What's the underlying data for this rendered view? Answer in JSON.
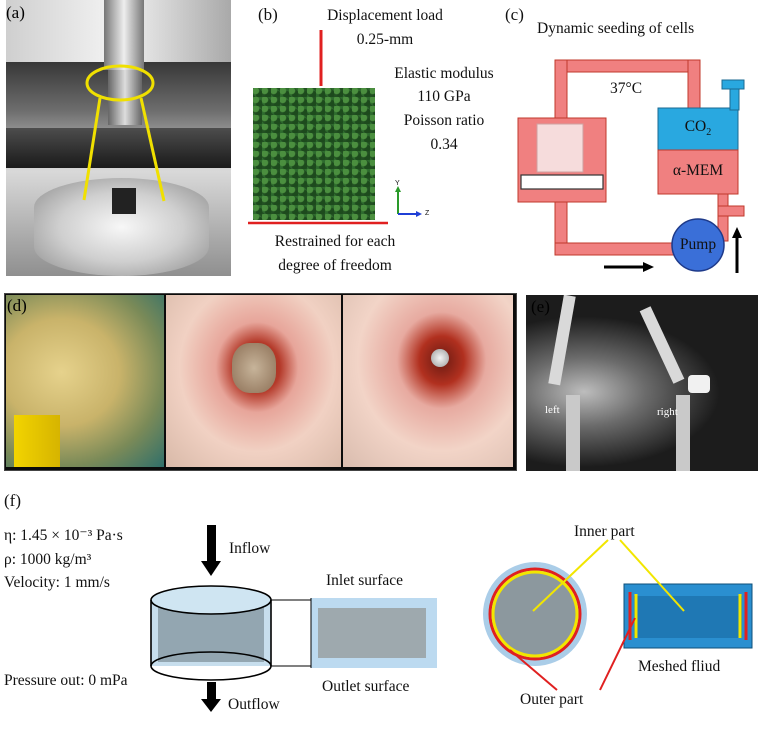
{
  "panels": {
    "a": {
      "label": "(a)"
    },
    "b": {
      "label": "(b)",
      "load_title": "Displacement load",
      "load_value": "0.25-mm",
      "modulus_title": "Elastic modulus",
      "modulus_value": "110 GPa",
      "poisson_title": "Poisson ratio",
      "poisson_value": "0.34",
      "restraint_line1": "Restrained for each",
      "restraint_line2": "degree of freedom",
      "axis_y": "Y",
      "axis_z": "Z"
    },
    "c": {
      "label": "(c)",
      "title": "Dynamic seeding of cells",
      "temperature": "37°C",
      "co2_main": "CO",
      "co2_sub": "2",
      "medium": "α-MEM",
      "pump": "Pump"
    },
    "d": {
      "label": "(d)"
    },
    "e": {
      "label": "(e)",
      "left": "left",
      "right": "right"
    },
    "f": {
      "label": "(f)",
      "eta": "η: 1.45 × 10⁻³ Pa·s",
      "rho": "ρ: 1000 kg/m³",
      "velocity": "Velocity: 1 mm/s",
      "inflow": "Inflow",
      "inlet": "Inlet surface",
      "outlet": "Outlet surface",
      "pressure": "Pressure out: 0 mPa",
      "outflow": "Outflow",
      "inner_part": "Inner part",
      "outer_part": "Outer part",
      "meshed": "Meshed fliud"
    }
  },
  "colors": {
    "pipe": "#f08080",
    "pipe_stroke": "#c0392b",
    "co2_box": "#29a8e0",
    "pump": "#3a6fd8",
    "lattice_green": "#2e6b2e",
    "fluid_blue": "#2a8fd0",
    "yellow": "#f2e600",
    "red": "#e02020"
  }
}
